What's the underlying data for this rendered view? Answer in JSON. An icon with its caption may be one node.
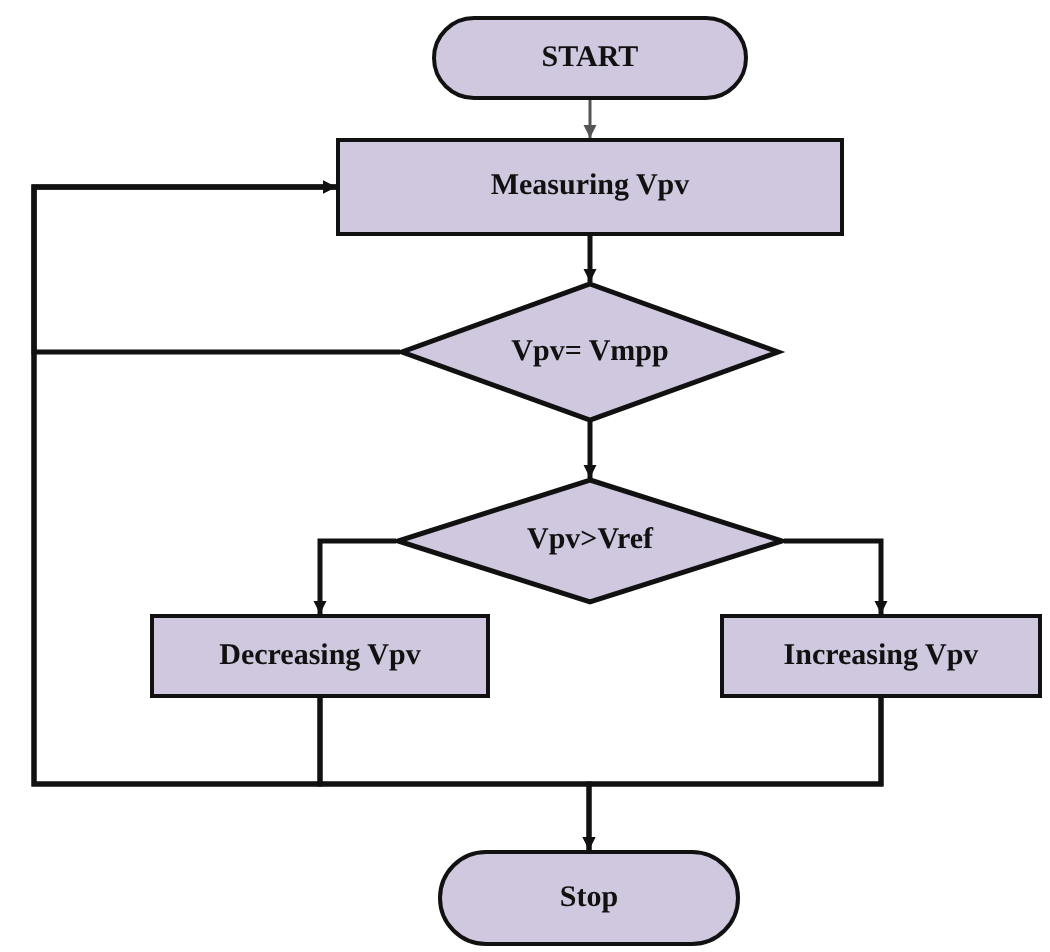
{
  "diagram": {
    "nodes": [
      {
        "text": [
          "START"
        ]
      },
      {
        "text": [
          "Measuring Vpv"
        ]
      },
      {
        "text": [
          "Vpv= Vmpp"
        ]
      },
      {
        "text": [
          "Vpv>Vref"
        ]
      },
      {
        "text": [
          "Decreasing Vpv"
        ]
      },
      {
        "text": [
          "Increasing Vpv"
        ]
      },
      {
        "text": [
          "Stop"
        ]
      }
    ],
    "edges": [
      {
        "from": 0,
        "to": 1,
        "arrow": "to",
        "color": "#555555"
      },
      {
        "from": 1,
        "to": 2,
        "arrow": "to"
      },
      {
        "from": 2,
        "to": 3,
        "arrow": "to"
      },
      {
        "from": 2,
        "to": 1,
        "arrow": "to"
      },
      {
        "from": 3,
        "to": 4,
        "arrow": "to"
      },
      {
        "from": 3,
        "to": 5,
        "arrow": "to"
      },
      {
        "from": 4,
        "to": 1,
        "arrow": "to"
      },
      {
        "from": 5,
        "to": 1,
        "arrow": "to"
      },
      {
        "from": 4,
        "to": 6,
        "arrow": "to"
      },
      {
        "from": 5,
        "to": 6,
        "arrow": "to"
      }
    ]
  }
}
